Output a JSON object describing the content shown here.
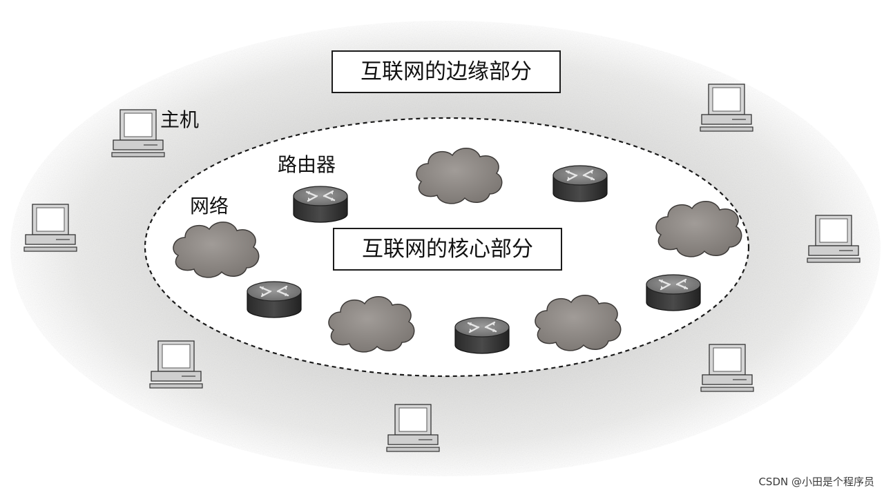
{
  "labels": {
    "edge": "互联网的边缘部分",
    "core": "互联网的核心部分",
    "host": "主机",
    "router": "路由器",
    "network": "网络"
  },
  "watermark": "CSDN @小田是个程序员"
}
